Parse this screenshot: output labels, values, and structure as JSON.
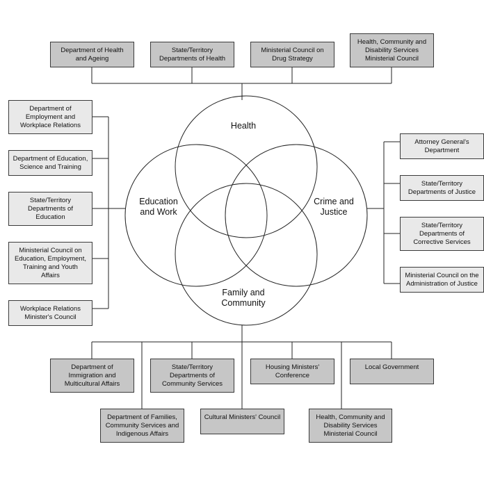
{
  "circles": {
    "health": "Health",
    "education": "Education\nand Work",
    "crime": "Crime and\nJustice",
    "family": "Family and\nCommunity"
  },
  "top_boxes": [
    "Department of Health\nand Ageing",
    "State/Territory\nDepartments of Health",
    "Ministerial Council on\nDrug Strategy",
    "Health, Community and\nDisability Services\nMinisterial Council"
  ],
  "left_boxes": [
    "Department of\nEmployment and\nWorkplace Relations",
    "Department of Education,\nScience and Training",
    "State/Territory\nDepartments of\nEducation",
    "Ministerial Council on\nEducation, Employment,\nTraining and Youth\nAffairs",
    "Workplace Relations\nMinister's Council"
  ],
  "right_boxes": [
    "Attorney General's\nDepartment",
    "State/Territory\nDepartments of Justice",
    "State/Territory\nDepartments of\nCorrective Services",
    "Ministerial Council on the\nAdministration of Justice"
  ],
  "bottom_boxes": [
    "Department of\nImmigration and\nMulticultural Affairs",
    "State/Territory\nDepartments of\nCommunity Services",
    "Housing Ministers'\nConference",
    "Local Government",
    "Department of Families,\nCommunity Services and\nIndigenous Affairs",
    "Cultural Ministers' Council",
    "Health, Community and\nDisability Services\nMinisterial Council"
  ]
}
